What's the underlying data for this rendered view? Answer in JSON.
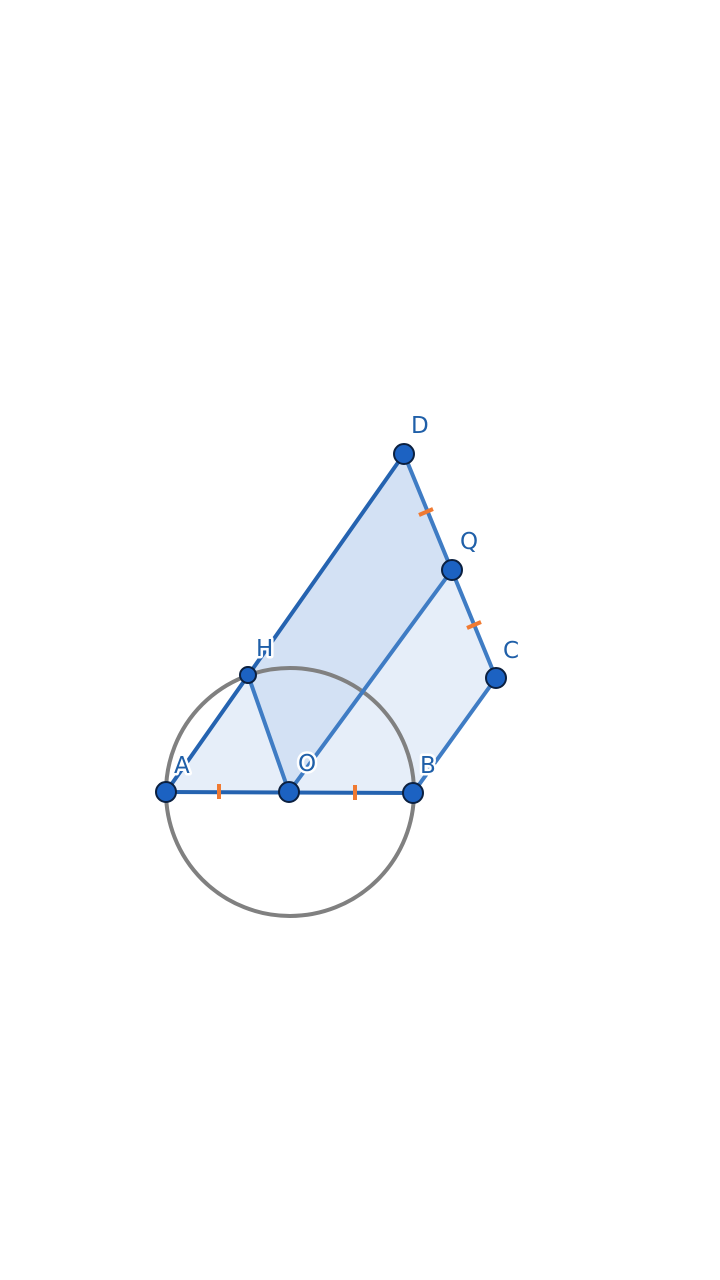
{
  "colors": {
    "background": "#ffffff",
    "circle_stroke": "#808080",
    "segment_stroke": "#3f7cc4",
    "segment_stroke_dark": "#2563b0",
    "point_fill": "#1c62c2",
    "point_stroke": "#0b2040",
    "tick_mark": "#f07a32",
    "fill_light": "#e6eef9",
    "fill_mid": "#d3e1f4",
    "label": "#1f5fa8"
  },
  "diagram": {
    "points": [
      {
        "id": "A",
        "label": "A"
      },
      {
        "id": "B",
        "label": "B"
      },
      {
        "id": "C",
        "label": "C"
      },
      {
        "id": "D",
        "label": "D"
      },
      {
        "id": "O",
        "label": "O"
      },
      {
        "id": "H",
        "label": "H"
      },
      {
        "id": "Q",
        "label": "Q"
      }
    ],
    "segments": [
      [
        "A",
        "B"
      ],
      [
        "A",
        "D"
      ],
      [
        "D",
        "C"
      ],
      [
        "C",
        "B"
      ],
      [
        "H",
        "O"
      ],
      [
        "O",
        "Q"
      ]
    ],
    "circle": {
      "center": "O",
      "through": "A"
    },
    "equal_marks": [
      [
        "A",
        "O"
      ],
      [
        "O",
        "B"
      ],
      [
        "D",
        "Q"
      ],
      [
        "Q",
        "C"
      ]
    ],
    "polygons": [
      {
        "vertices": [
          "A",
          "B",
          "C",
          "D"
        ],
        "shade": "light"
      },
      {
        "vertices": [
          "H",
          "O",
          "Q",
          "D"
        ],
        "shade": "mid"
      }
    ]
  }
}
